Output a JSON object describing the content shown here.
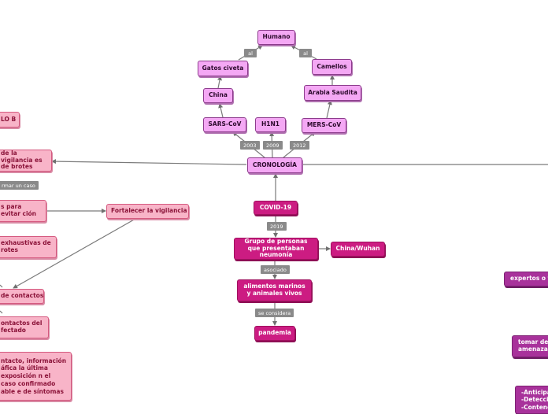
{
  "top": {
    "humano": "Humano",
    "gatos": "Gatos civeta",
    "camellos": "Camellos",
    "china": "China",
    "arabia": "Arabia Saudita",
    "sars": "SARS-CoV",
    "h1n1": "H1N1",
    "mers": "MERS-CoV",
    "al_left": "al",
    "al_right": "al",
    "y2003": "2003",
    "y2009": "2009",
    "y2012": "2012"
  },
  "center": {
    "cronologia": "CRONOLOGÍA",
    "covid": "COVID-19",
    "y2019": "2019",
    "grupo": "Grupo de personas que presentaban neumonía",
    "wuhan": "China/Wuhan",
    "asociado": "asociado",
    "alimentos": "alimentos marinos y animales vivos",
    "se_considera": "se considera",
    "pandemia": "pandemia"
  },
  "left": {
    "lo_b": "LO B",
    "vigilancia": "de la vigilancia es de brotes",
    "confirmar": "rmar un caso",
    "evitar": "s para evitar ción",
    "fortalecer": "Fortalecer la vigilancia",
    "exhaustivas": "exhaustivas de rotes",
    "contactos": "de contactos",
    "contactos_del": "ontactos del fectado",
    "list": "ntacto, información áfica la última exposición n el caso confirmado able e de síntomas"
  },
  "right": {
    "expertos": "expertos o f",
    "tomar": "tomar dec amenaza",
    "anticipa": "-Anticipa -Detecció -Contenc"
  }
}
